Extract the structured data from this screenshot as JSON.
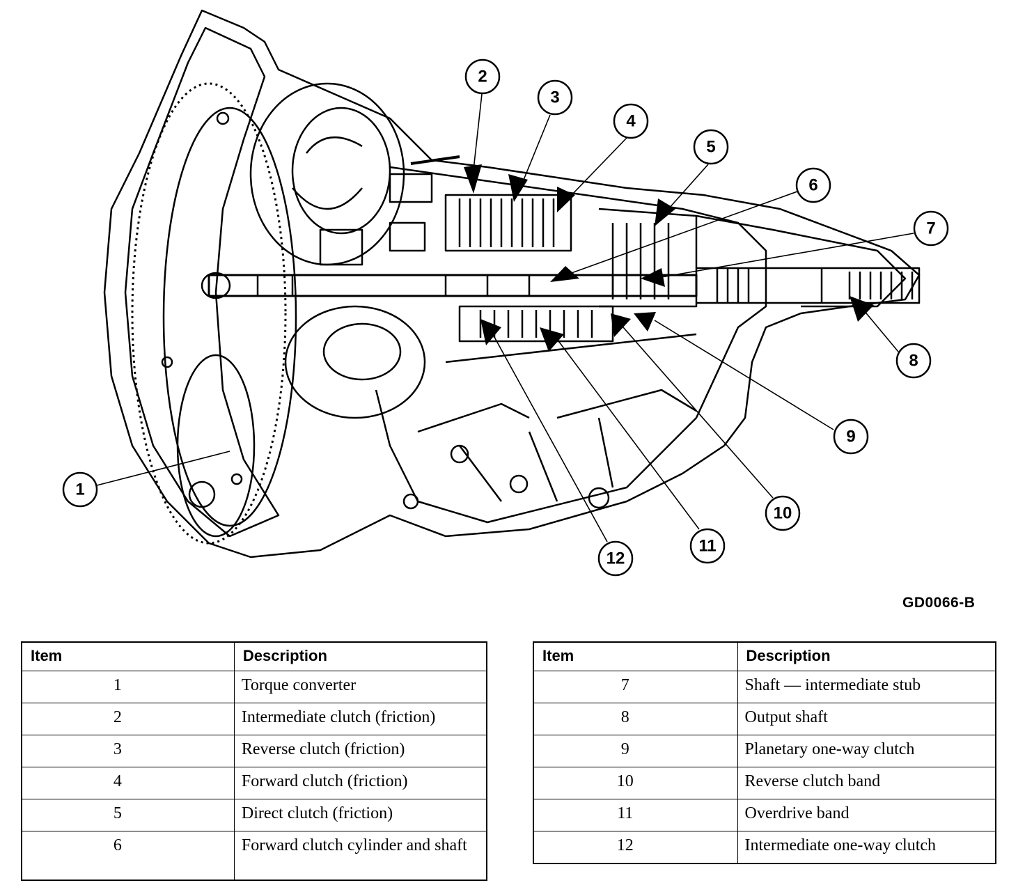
{
  "figure": {
    "code": "GD0066-B",
    "callouts": [
      "1",
      "2",
      "3",
      "4",
      "5",
      "6",
      "7",
      "8",
      "9",
      "10",
      "11",
      "12"
    ]
  },
  "table_left": {
    "headers": {
      "item": "Item",
      "description": "Description"
    },
    "rows": [
      {
        "item": "1",
        "description": "Torque converter"
      },
      {
        "item": "2",
        "description": "Intermediate clutch (friction)"
      },
      {
        "item": "3",
        "description": "Reverse clutch (friction)"
      },
      {
        "item": "4",
        "description": "Forward clutch (friction)"
      },
      {
        "item": "5",
        "description": "Direct clutch (friction)"
      },
      {
        "item": "6",
        "description": "Forward clutch cylinder and shaft"
      }
    ]
  },
  "table_right": {
    "headers": {
      "item": "Item",
      "description": "Description"
    },
    "rows": [
      {
        "item": "7",
        "description": "Shaft — intermediate stub"
      },
      {
        "item": "8",
        "description": "Output shaft"
      },
      {
        "item": "9",
        "description": "Planetary one-way clutch"
      },
      {
        "item": "10",
        "description": "Reverse clutch band"
      },
      {
        "item": "11",
        "description": "Overdrive band"
      },
      {
        "item": "12",
        "description": "Intermediate one-way clutch"
      }
    ]
  }
}
